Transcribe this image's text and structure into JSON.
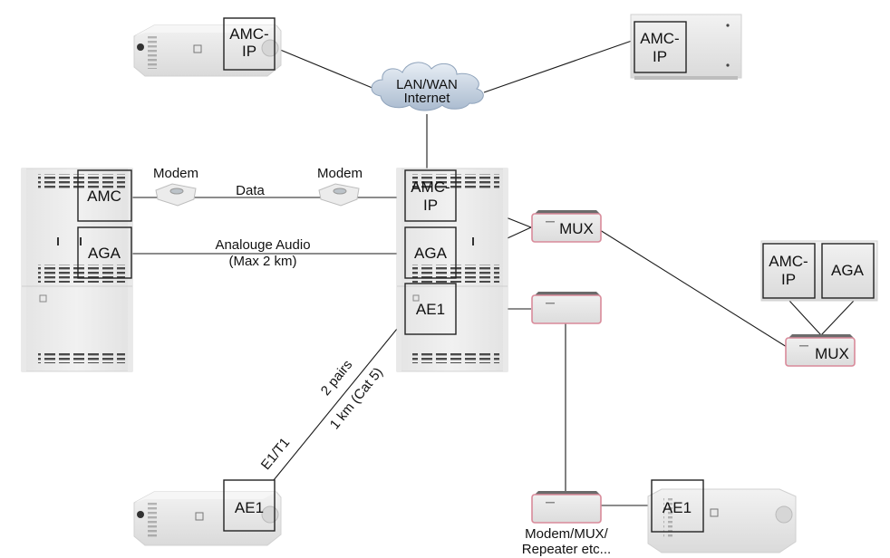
{
  "diagram": {
    "title": "Network connection topology",
    "cloud": {
      "line1": "LAN/WAN",
      "line2": "Internet"
    },
    "devices": {
      "top_left_unit": {
        "module": "AMC-IP"
      },
      "top_right_unit": {
        "module": "AMC-IP"
      },
      "left_rack": {
        "modules": [
          "AMC",
          "AGA"
        ]
      },
      "center_rack": {
        "modules": [
          "AMC-IP",
          "AGA",
          "AE1"
        ]
      },
      "right_unit": {
        "modules": [
          "AMC-IP",
          "AGA"
        ]
      },
      "bottom_left_unit": {
        "module": "AE1"
      },
      "bottom_right_unit": {
        "module": "AE1"
      },
      "mux_center": {
        "label": "MUX"
      },
      "mux_right": {
        "label": "MUX"
      },
      "generic_box_center": {
        "label": ""
      },
      "generic_box_bottom": {
        "label_line1": "Modem/MUX/",
        "label_line2": "Repeater etc..."
      },
      "modem_left": {
        "label": "Modem"
      },
      "modem_right": {
        "label": "Modem"
      }
    },
    "links": {
      "data": "Data",
      "audio_line1": "Analouge Audio",
      "audio_line2": "(Max 2 km)",
      "e1_label": "E1/T1",
      "e1_pairs": "2 pairs",
      "e1_distance": "1 km (Cat 5)"
    },
    "colors": {
      "device_body": "#e6e6e6",
      "device_edge": "#c8c8c8",
      "mux_border": "#d98a9a",
      "mux_top": "#6b6b6b",
      "line": "#1a1a1a"
    }
  }
}
